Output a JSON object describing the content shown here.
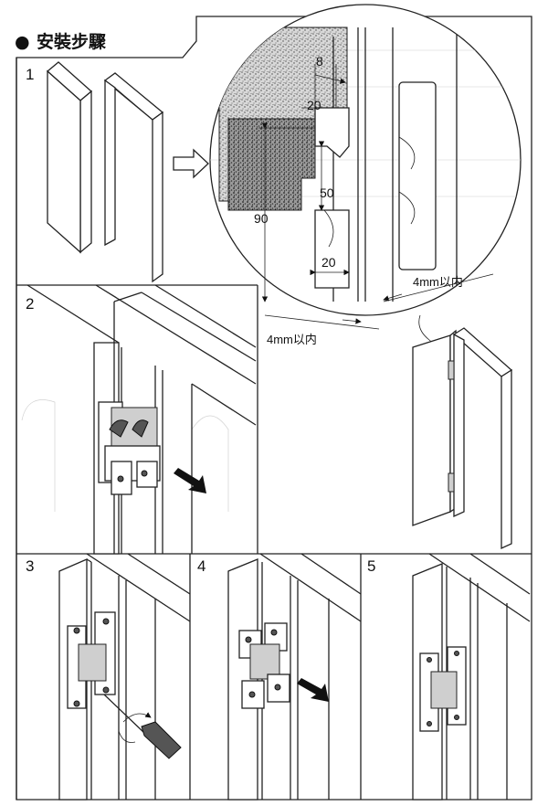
{
  "header": {
    "bullet": "●",
    "title": "安裝步驟"
  },
  "steps": [
    {
      "number": "1"
    },
    {
      "number": "2"
    },
    {
      "number": "3"
    },
    {
      "number": "4"
    },
    {
      "number": "5"
    }
  ],
  "detail": {
    "dim_8": "8",
    "dim_20_top": "20",
    "dim_50": "50",
    "dim_90": "90",
    "dim_20_bottom": "20",
    "gap_left": "4mm以内",
    "gap_right": "4mm以内"
  }
}
